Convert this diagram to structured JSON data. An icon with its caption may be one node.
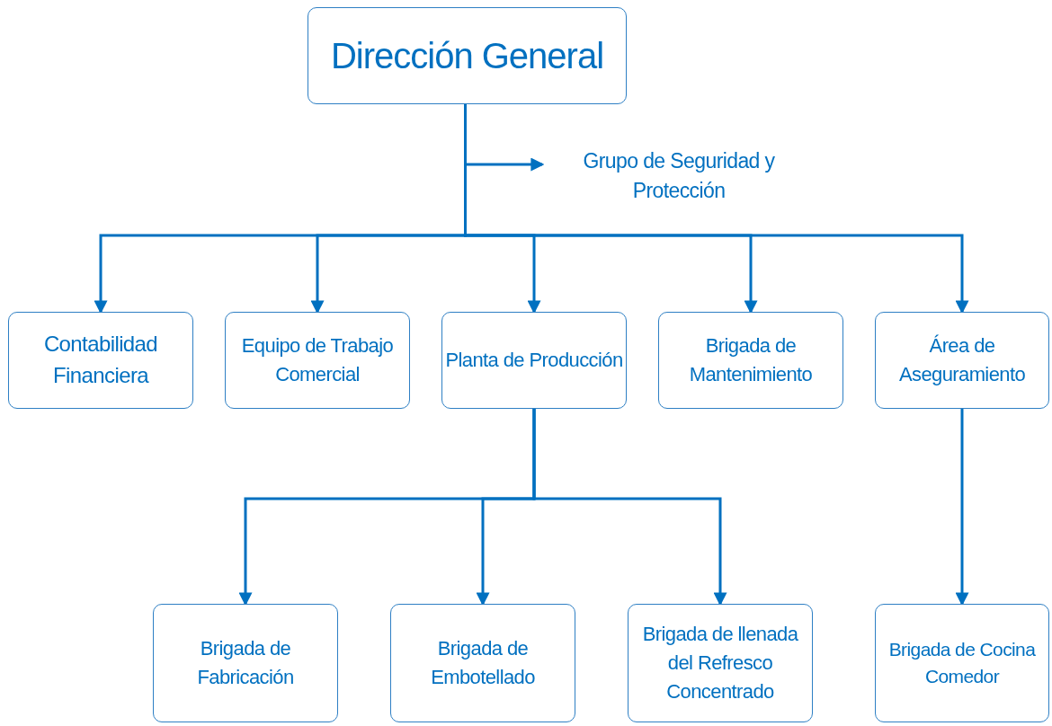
{
  "diagram": {
    "nodes": [
      {
        "text": [
          "Dirección General"
        ]
      },
      {
        "text": [
          "Grupo de Seguridad y Protección"
        ]
      },
      {
        "text": [
          "Contabilidad Financiera"
        ]
      },
      {
        "text": [
          "Equipo de Trabajo Comercial"
        ]
      },
      {
        "text": [
          "Planta de Producción"
        ]
      },
      {
        "text": [
          "Brigada de Mantenimiento"
        ]
      },
      {
        "text": [
          "Área de Aseguramiento"
        ]
      },
      {
        "text": [
          "Brigada de Fabricación"
        ]
      },
      {
        "text": [
          "Brigada de Embotellado"
        ]
      },
      {
        "text": [
          "Brigada de llenada del Refresco Concentrado"
        ]
      },
      {
        "text": [
          "Brigada de Cocina Comedor"
        ]
      }
    ],
    "edges": [
      {
        "from": 0,
        "to": 1,
        "arrow": "to"
      },
      {
        "from": 0,
        "to": 2,
        "arrow": "to"
      },
      {
        "from": 0,
        "to": 3,
        "arrow": "to"
      },
      {
        "from": 0,
        "to": 4,
        "arrow": "to"
      },
      {
        "from": 0,
        "to": 5,
        "arrow": "to"
      },
      {
        "from": 0,
        "to": 6,
        "arrow": "to"
      },
      {
        "from": 4,
        "to": 7,
        "arrow": "to"
      },
      {
        "from": 4,
        "to": 8,
        "arrow": "to"
      },
      {
        "from": 4,
        "to": 9,
        "arrow": "to"
      },
      {
        "from": 6,
        "to": 10,
        "arrow": "to"
      }
    ]
  }
}
